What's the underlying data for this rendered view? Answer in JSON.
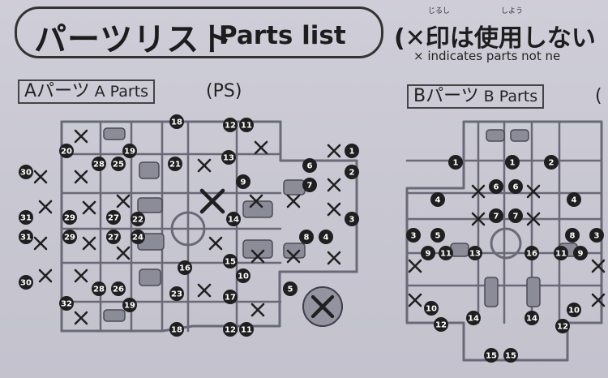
{
  "header": {
    "title_jp": "パーツリスト",
    "title_en": "Parts list",
    "note_jp": "(✕印は使用しない",
    "note_ruby_1": "じるし",
    "note_ruby_2": "しよう",
    "note_en": "× indicates parts not ne"
  },
  "runner_a": {
    "label_jp": "Aパーツ",
    "label_en": "A Parts",
    "material": "(PS)",
    "numbers_left": [
      "20",
      "30",
      "31",
      "31",
      "30",
      "32"
    ],
    "numbers_inner": [
      "28",
      "25",
      "19",
      "29",
      "27",
      "22",
      "29",
      "27",
      "24",
      "28",
      "26",
      "19",
      "21",
      "23",
      "16",
      "13",
      "14",
      "15",
      "10",
      "17",
      "9",
      "18",
      "12",
      "11",
      "18",
      "12",
      "11"
    ],
    "numbers_right": [
      "1",
      "2",
      "6",
      "7",
      "3",
      "8",
      "4",
      "5"
    ]
  },
  "runner_b": {
    "label_jp": "Bパーツ",
    "label_en": "B Parts",
    "material": "(",
    "numbers": [
      "1",
      "1",
      "2",
      "4",
      "6",
      "6",
      "4",
      "7",
      "7",
      "3",
      "5",
      "8",
      "3",
      "9",
      "11",
      "13",
      "16",
      "11",
      "9",
      "10",
      "12",
      "14",
      "14",
      "10",
      "12",
      "15",
      "15"
    ]
  },
  "colors": {
    "background": "#c9c8d3",
    "ink": "#222222",
    "runner": "#6a6977",
    "marker_fill": "#1f1f1f"
  },
  "icons": [
    "cross-mark-icon",
    "number-marker-icon"
  ]
}
